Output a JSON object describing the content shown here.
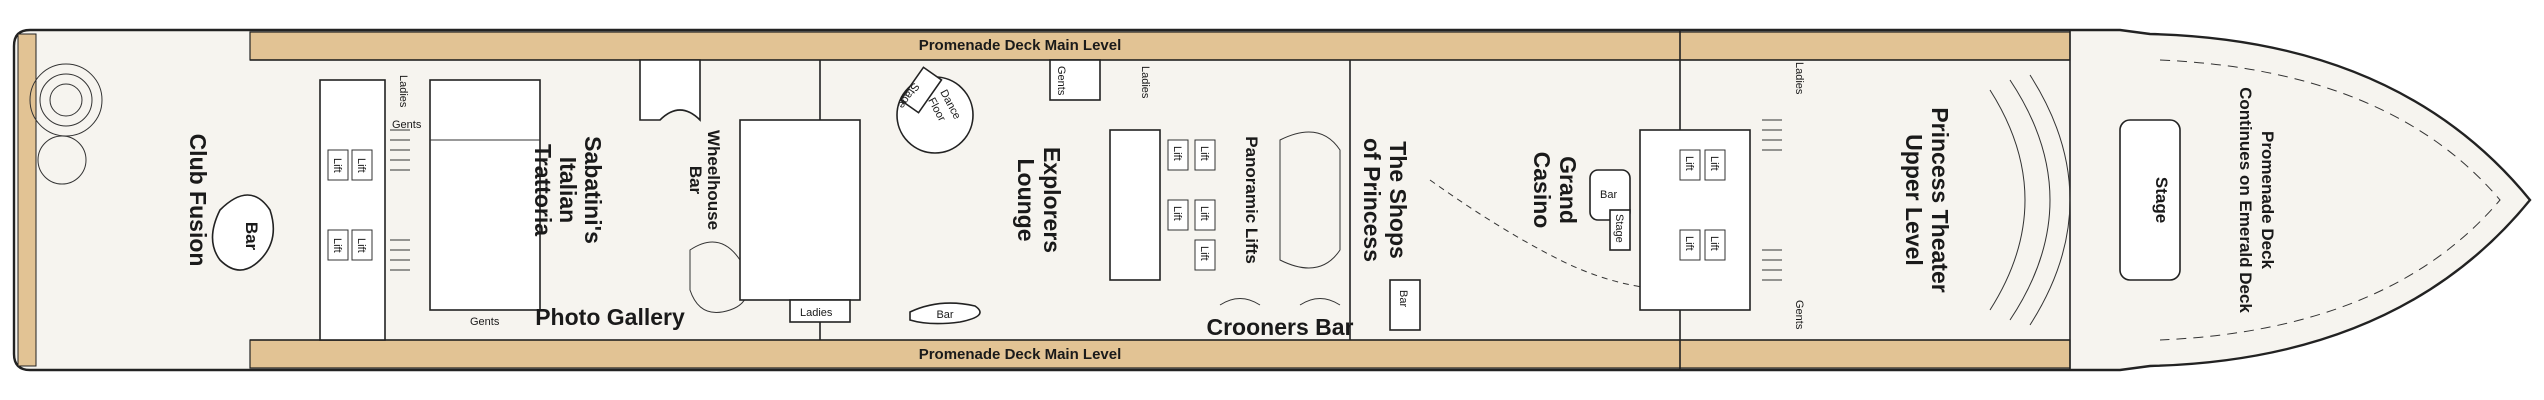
{
  "map": {
    "deck_name_top": "Promenade Deck Main Level",
    "deck_name_bottom": "Promenade Deck Main Level",
    "rooms": {
      "club_fusion": "Club Fusion",
      "bar_aft": "Bar",
      "sabatinis": [
        "Sabatini's",
        "Italian",
        "Trattoria"
      ],
      "wheelhouse": [
        "Wheelhouse",
        "Bar"
      ],
      "photo_gallery": "Photo Gallery",
      "explorers_lounge": [
        "Explorers",
        "Lounge"
      ],
      "dance_floor": [
        "Dance",
        "Floor"
      ],
      "stage_small": "Stage",
      "bar_explorers": "Bar",
      "panoramic_lifts": "Panoramic Lifts",
      "shops": [
        "The Shops",
        "of Princess"
      ],
      "crooners_bar": "Crooners Bar",
      "bar_crooners": "Bar",
      "grand_casino": [
        "Grand",
        "Casino"
      ],
      "bar_casino": "Bar",
      "stage_casino": "Stage",
      "princess_theater": [
        "Princess Theater",
        "Upper Level"
      ],
      "stage_theater": "Stage",
      "continues_note": [
        "Promenade Deck",
        "Continues on Emerald Deck"
      ]
    },
    "facilities": {
      "ladies_1": "Ladies",
      "gents_1": "Gents",
      "gents_2": "Gents",
      "ladies_2": "Ladies",
      "gents_3": "Gents",
      "ladies_3": "Ladies",
      "ladies_4": "Ladies",
      "gents_4": "Gents",
      "lift": "Lift"
    },
    "colors": {
      "deck_wood": "#e2c394",
      "floor": "#f6f4ef",
      "outline": "#222222"
    }
  }
}
